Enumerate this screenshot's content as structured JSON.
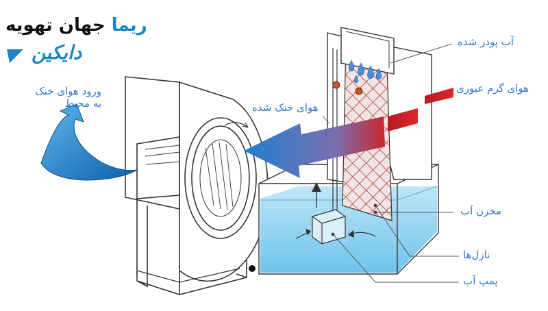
{
  "brand": {
    "logo_dark": "جهان تهویه",
    "logo_blue": "ریما",
    "logo2": "دایکین"
  },
  "labels": {
    "water_spray": "آب پودر شده",
    "hot_air": "هوای گرم عبوری",
    "cool_air": "هوای خنک شده",
    "intake": "ورود هوای خنک به محیط",
    "reservoir": "مخزن آب",
    "nozzles": "نازل‌ها",
    "pump": "پمپ آب"
  },
  "colors": {
    "label_blue": "#2f78c8",
    "water": "#8fd0ef",
    "hot_arrow": "#d3232a",
    "cool_arrow": "#2a7fc9",
    "pad_mesh": "#b03a30",
    "frame": "#333333"
  }
}
